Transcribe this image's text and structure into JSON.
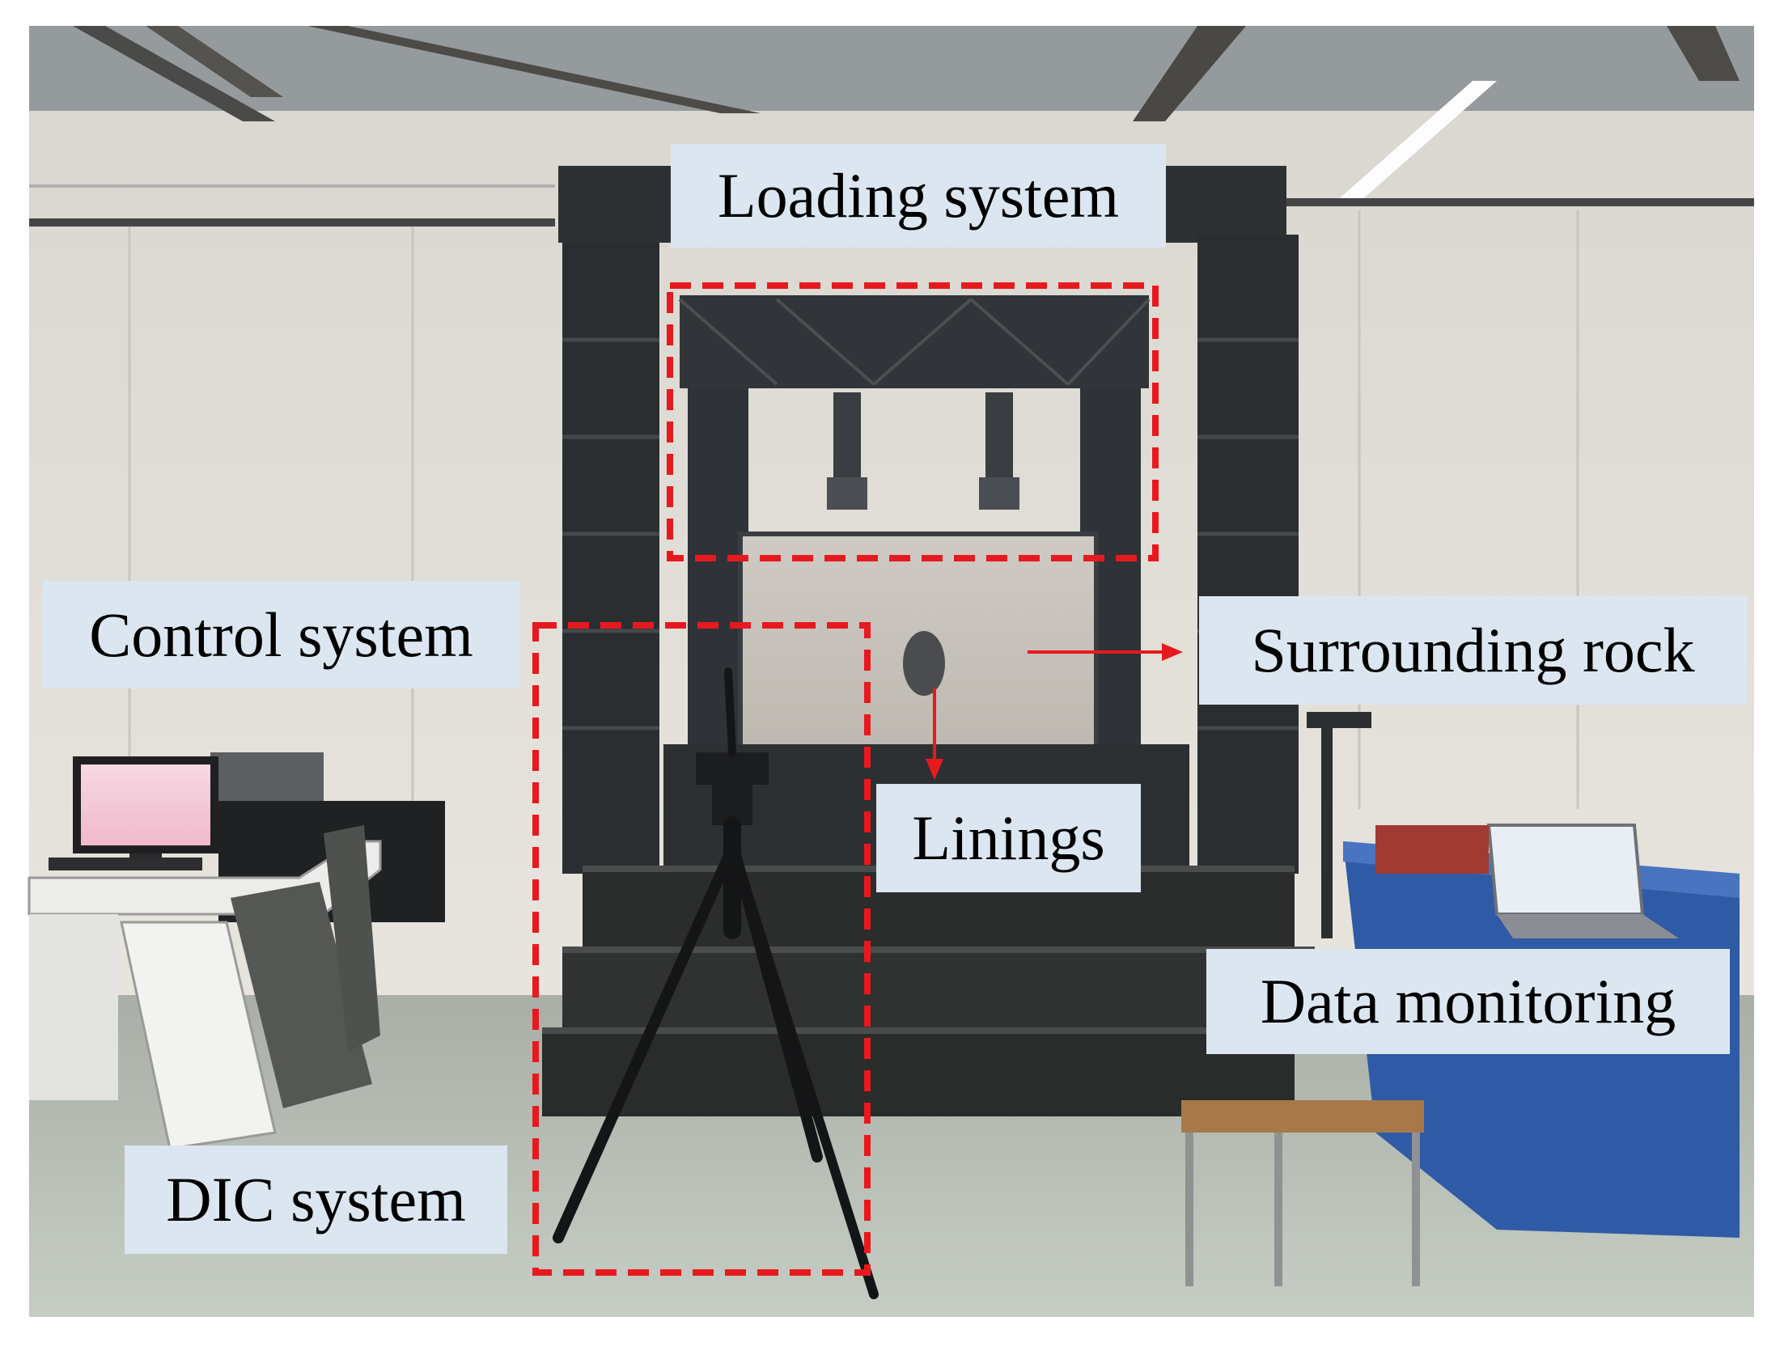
{
  "labels": {
    "loading_system": "Loading system",
    "control_system": "Control system",
    "surrounding_rock": "Surrounding rock",
    "linings": "Linings",
    "data_monitoring": "Data monitoring",
    "dic_system": "DIC system"
  },
  "colors": {
    "label_background": "#dce6f1",
    "highlight": "#e8191e",
    "frame": "#2b2e31",
    "wall": "#e6e3dc",
    "floor": "#b8c0b6"
  }
}
